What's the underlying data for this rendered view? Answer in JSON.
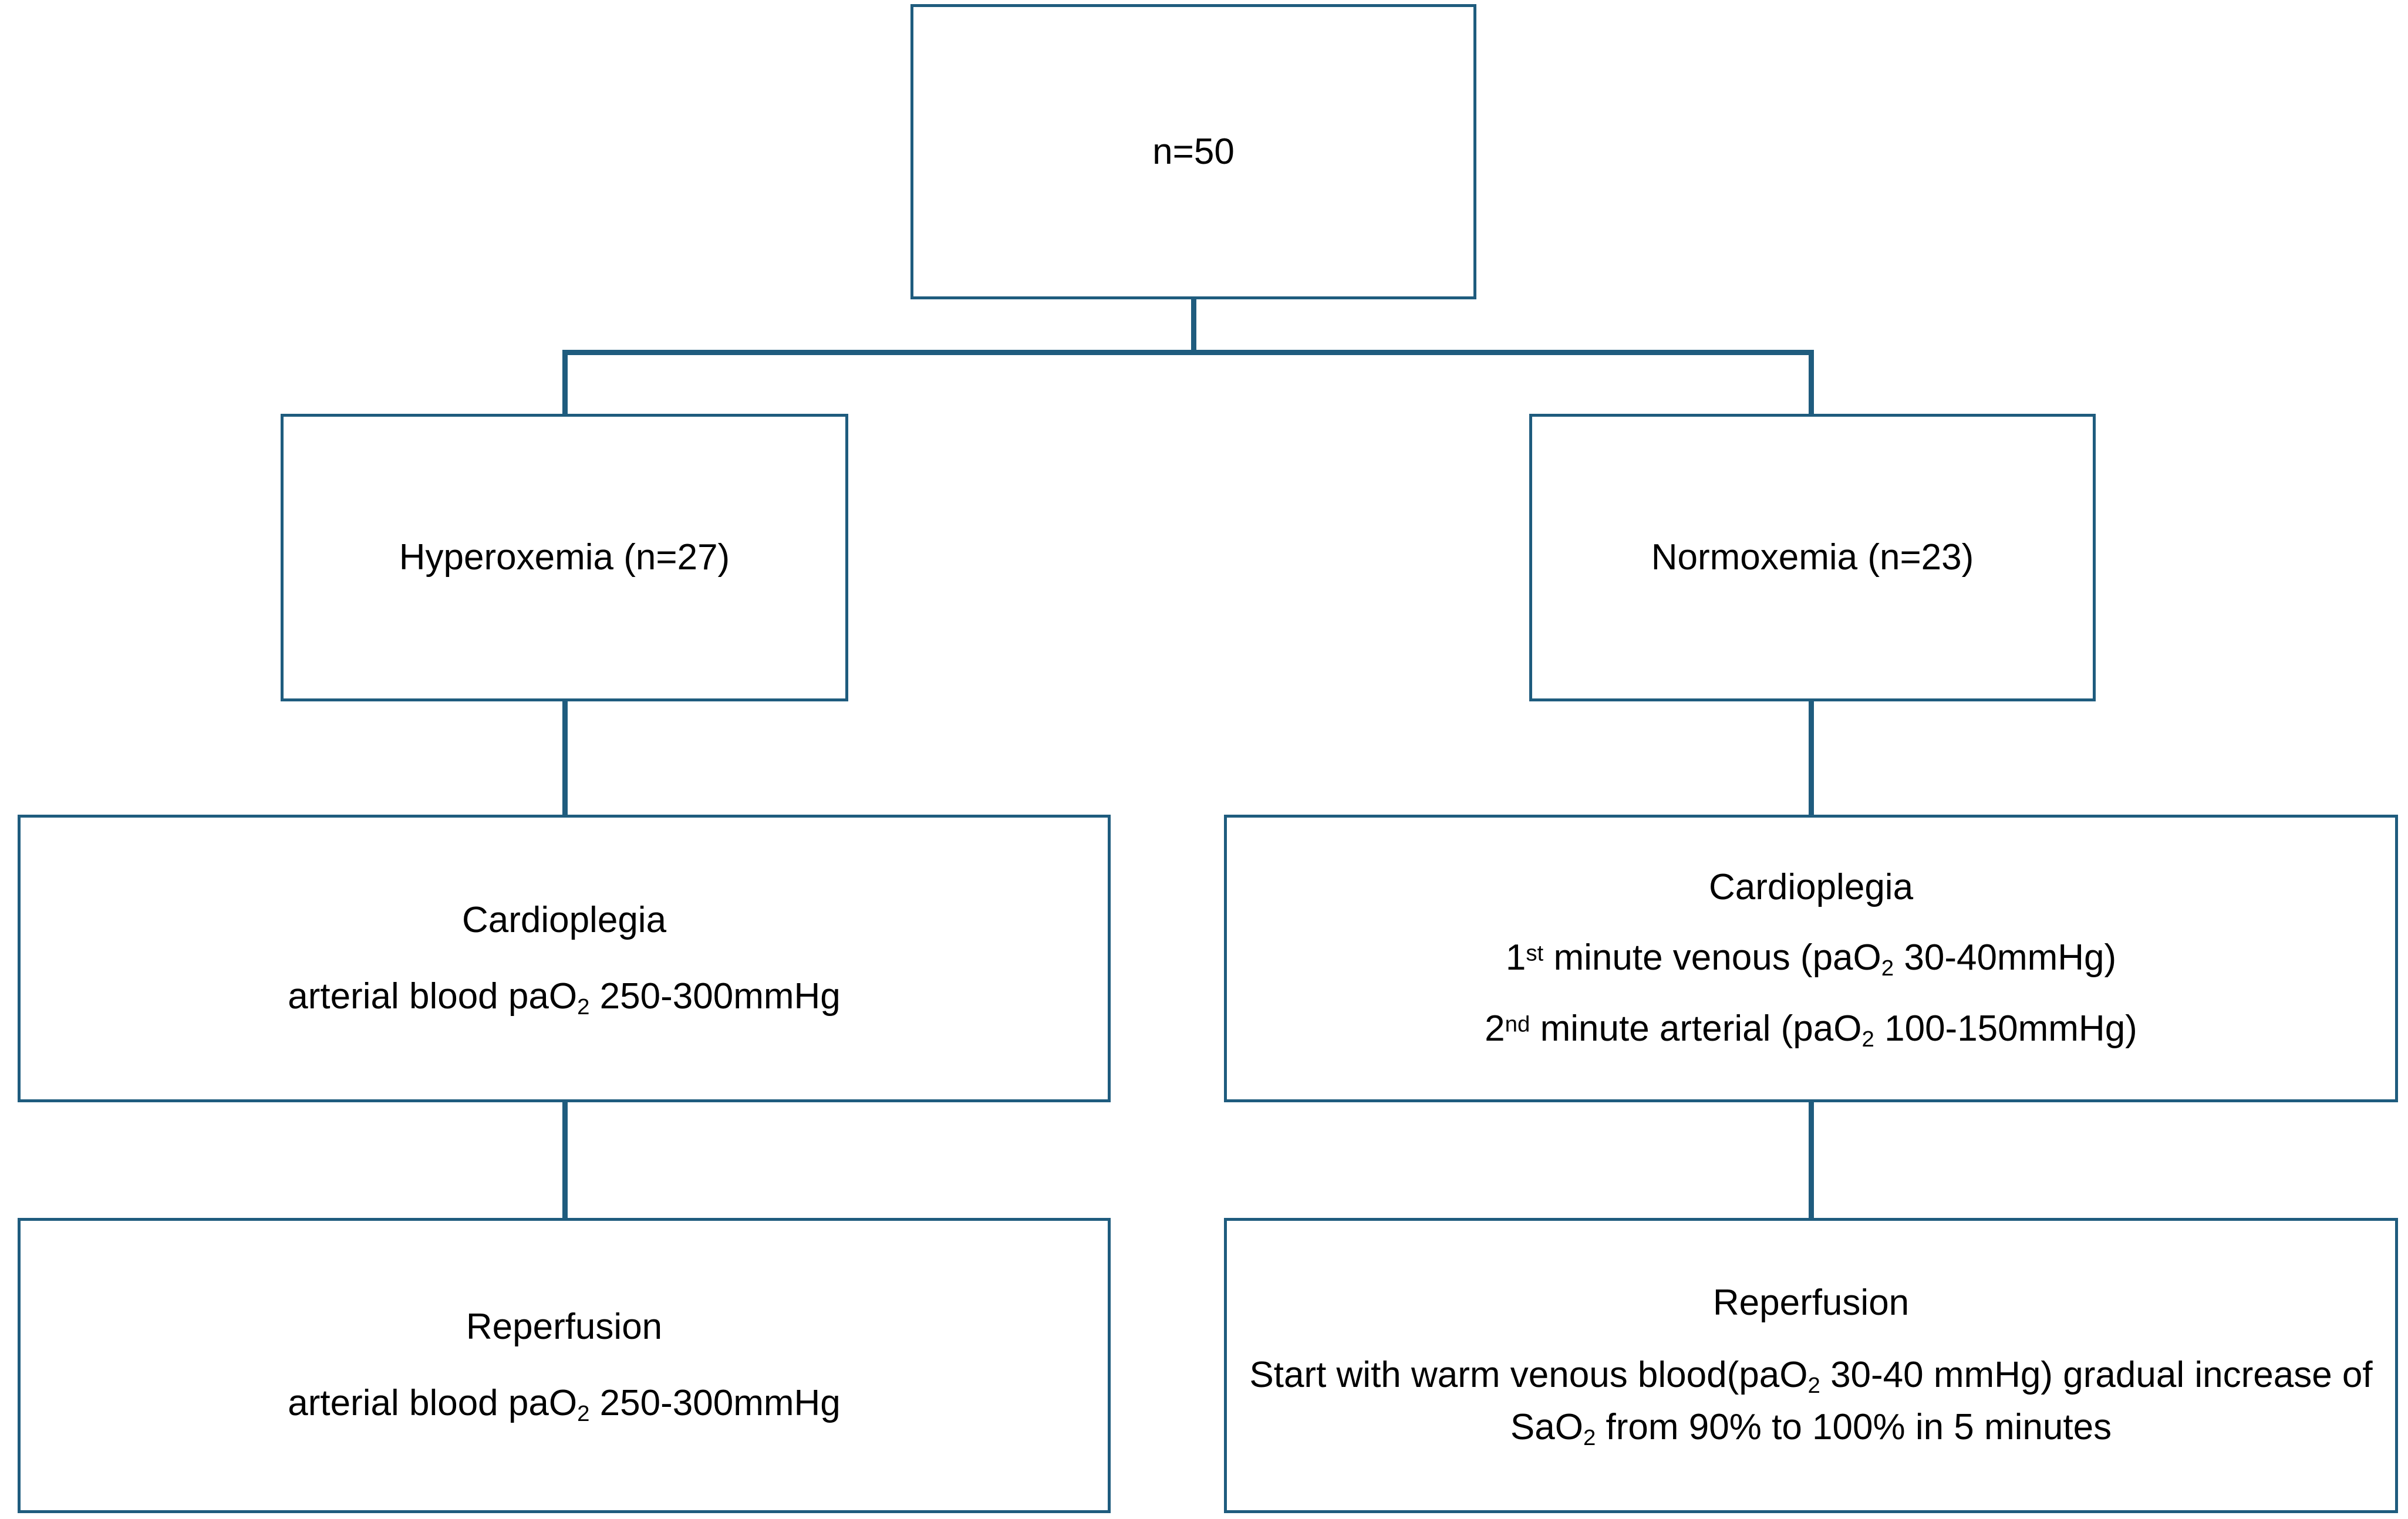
{
  "diagram": {
    "type": "flowchart",
    "title": "",
    "accent_color": "#1F5C7E",
    "background_color": "#FFFFFF",
    "text_color": "#000000",
    "nodes": {
      "root": {
        "id": "root",
        "label": "n=50",
        "lines": [
          "n=50"
        ]
      },
      "hyperoxemia": {
        "id": "hyperoxemia",
        "label": "Hyperoxemia (n=27)",
        "group": "Hyperoxemia",
        "n": "27",
        "lines": [
          "Hyperoxemia (n=27)"
        ]
      },
      "normoxemia": {
        "id": "normoxemia",
        "label": "Normoxemia (n=23)",
        "group": "Normoxemia",
        "n": "23",
        "lines": [
          "Normoxemia (n=23)"
        ]
      },
      "cardioplegia_left": {
        "id": "cardioplegia_left",
        "heading": "Cardioplegia",
        "detail_prefix": "arterial blood paO",
        "detail_sub": "2",
        "detail_suffix": " 250-300mmHg"
      },
      "cardioplegia_right": {
        "id": "cardioplegia_right",
        "heading": "Cardioplegia",
        "line1_ordinal_num": "1",
        "line1_ordinal_suffix": "st",
        "line1_a": " minute venous (paO",
        "line1_sub": "2",
        "line1_b": " 30-40mmHg)",
        "line2_ordinal_num": "2",
        "line2_ordinal_suffix": "nd",
        "line2_a": " minute arterial (paO",
        "line2_sub": "2",
        "line2_b": " 100-150mmHg)"
      },
      "reperfusion_left": {
        "id": "reperfusion_left",
        "heading": "Reperfusion",
        "detail_prefix": "arterial blood paO",
        "detail_sub": "2",
        "detail_suffix": " 250-300mmHg"
      },
      "reperfusion_right": {
        "id": "reperfusion_right",
        "heading": "Reperfusion",
        "body_a": "Start with warm venous blood(paO",
        "body_sub1": "2",
        "body_b": " 30-40 mmHg) gradual increase of  SaO",
        "body_sub2": "2",
        "body_c": " from 90% to 100% in 5 minutes"
      }
    },
    "edges": [
      {
        "id": "root-to-split",
        "from": "root",
        "to": "split-bar",
        "style": "straight"
      },
      {
        "id": "split-to-hyperoxemia",
        "from": "split-bar",
        "to": "hyperoxemia",
        "style": "elbow"
      },
      {
        "id": "split-to-normoxemia",
        "from": "split-bar",
        "to": "normoxemia",
        "style": "elbow"
      },
      {
        "id": "hyperoxemia-to-cardioplegia",
        "from": "hyperoxemia",
        "to": "cardioplegia_left",
        "style": "straight"
      },
      {
        "id": "normoxemia-to-cardioplegia",
        "from": "normoxemia",
        "to": "cardioplegia_right",
        "style": "straight"
      },
      {
        "id": "cardioplegia-to-reperfusion-left",
        "from": "cardioplegia_left",
        "to": "reperfusion_left",
        "style": "straight"
      },
      {
        "id": "cardioplegia-to-reperfusion-right",
        "from": "cardioplegia_right",
        "to": "reperfusion_right",
        "style": "straight"
      }
    ]
  }
}
